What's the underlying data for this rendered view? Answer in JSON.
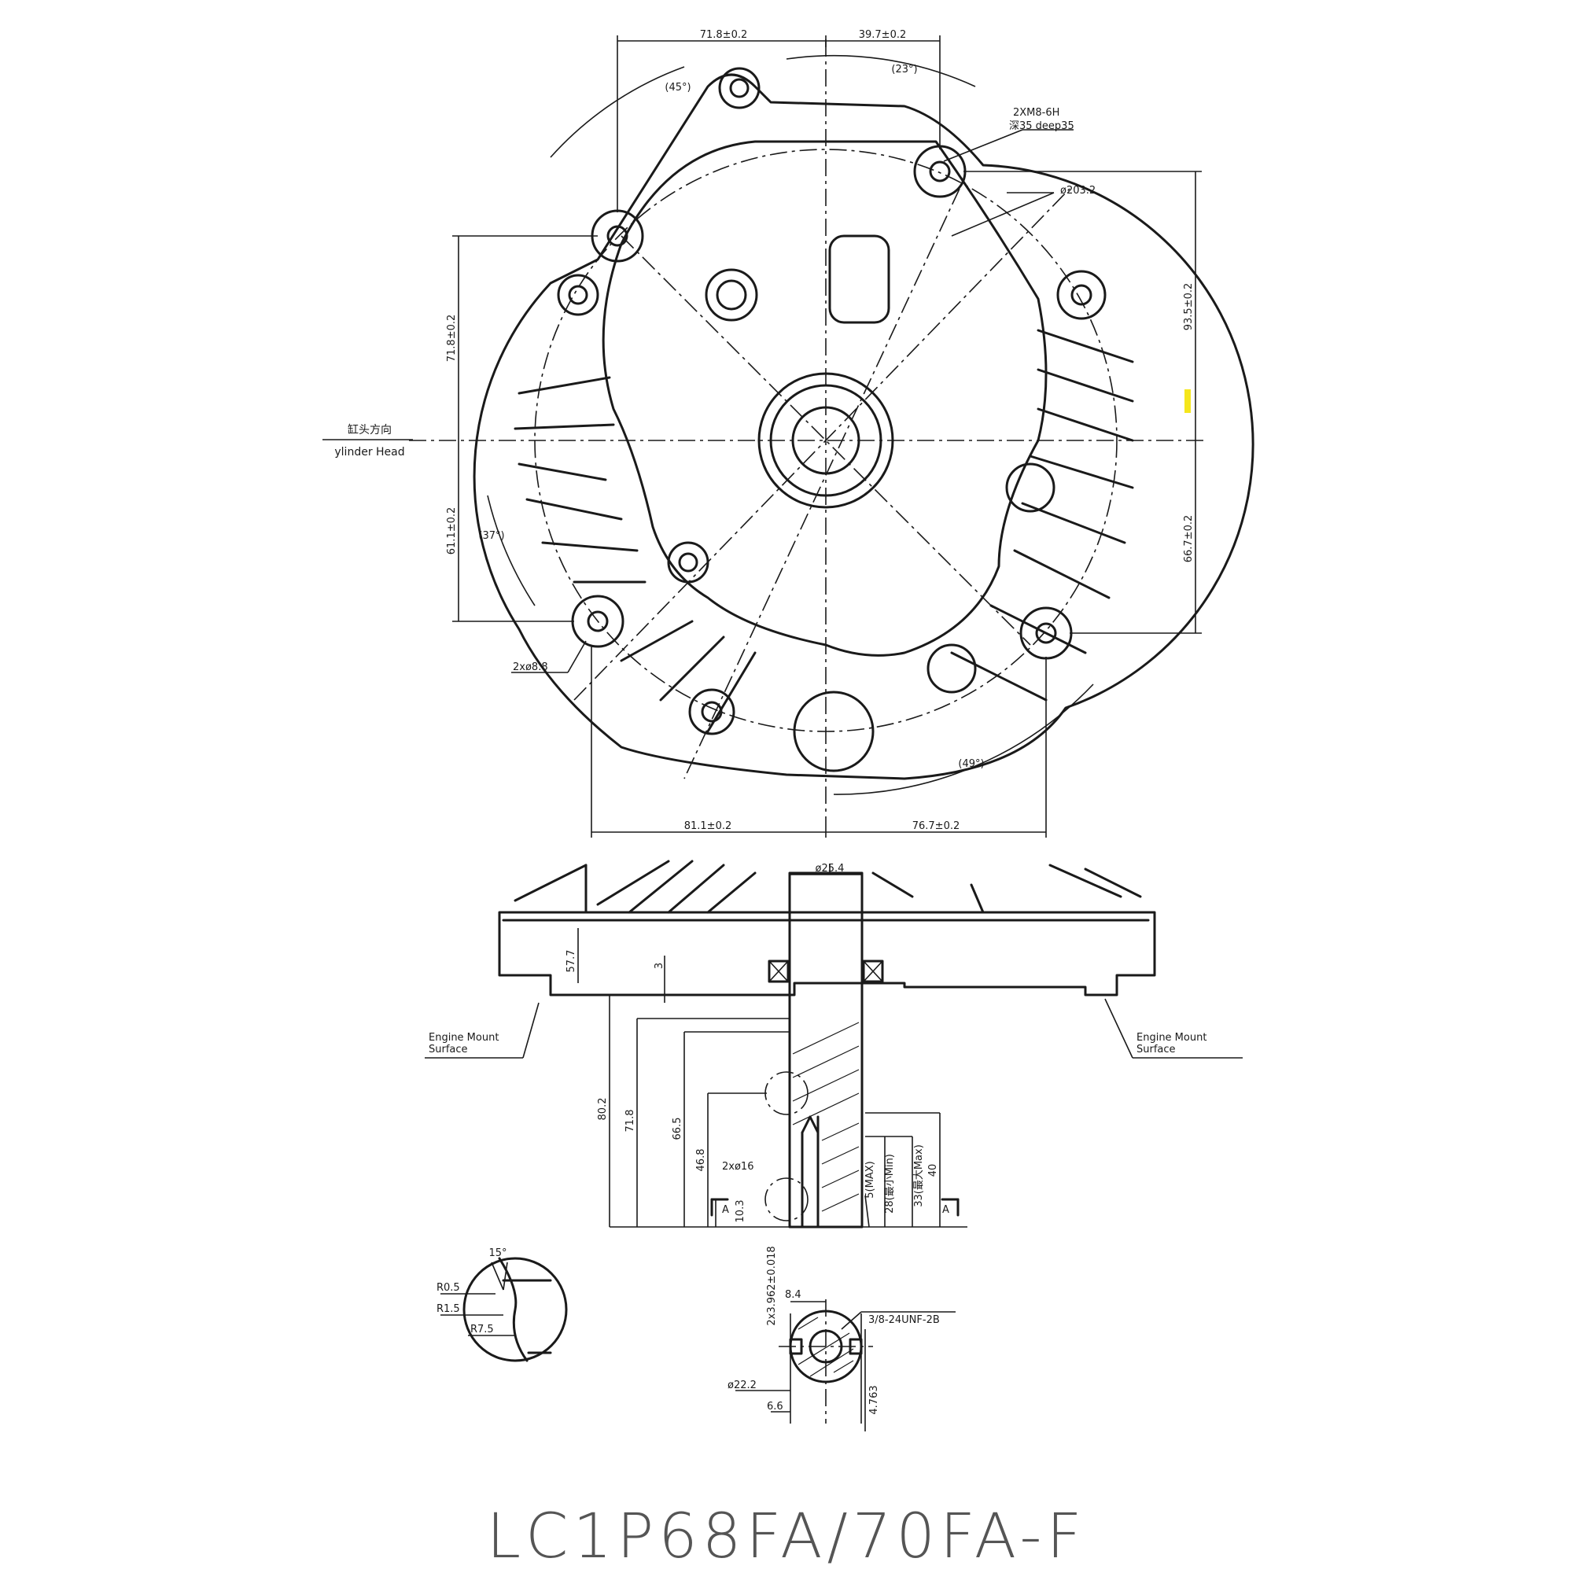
{
  "title": "LC1P68FA/70FA-F",
  "cylinder_head": {
    "cn": "缸头方向",
    "en": "ylinder Head"
  },
  "top_view": {
    "dims": {
      "top_left": "71.8±0.2",
      "top_right": "39.7±0.2",
      "left_upper": "71.8±0.2",
      "left_lower": "61.1±0.2",
      "right_upper": "93.5±0.2",
      "right_lower": "66.7±0.2",
      "bottom_left": "81.1±0.2",
      "bottom_right": "76.7±0.2",
      "dia_bolt_circle": "ø203.2"
    },
    "angles": {
      "a45": "(45°)",
      "a23": "(23°)",
      "a37": "(37°)",
      "a49": "(49°)"
    },
    "callouts": {
      "thread": "2XM8-6H",
      "thread_depth": "深35 deep35",
      "holes": "2xø8.8"
    }
  },
  "side_view": {
    "dia_shaft": "ø25.4",
    "height": "57.7",
    "small": "3",
    "mount_left": [
      "Engine Mount",
      "Surface"
    ],
    "mount_right": [
      "Engine Mount",
      "Surface"
    ],
    "vertical_dims": [
      "80.2",
      "71.8",
      "66.5",
      "46.8",
      "10.3",
      "5(MAX)",
      "28(最小Min)",
      "33(最大Max)",
      "40"
    ],
    "holes": "2xø16",
    "section": "A"
  },
  "detail_view": {
    "angle": "15°",
    "radii": [
      "R0.5",
      "R1.5",
      "R7.5"
    ]
  },
  "section_view": {
    "key": "2x3.962±0.018",
    "w1": "8.4",
    "thread": "3/8-24UNF-2B",
    "dia": "ø22.2",
    "w2": "6.6",
    "h": "4.763"
  }
}
